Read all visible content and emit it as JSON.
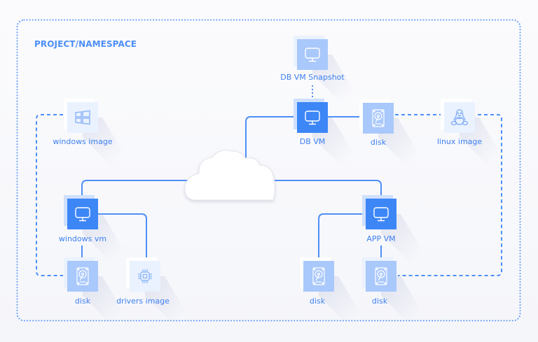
{
  "diagram": {
    "title": "PROJECT/NAMESPACE",
    "colors": {
      "accent": "#3d86f6",
      "connector": "#4d8ff7",
      "tile_dark": "#3d86f6",
      "tile_mid": "#a9c8fb",
      "tile_light": "#e9f2fe",
      "label": "#3d7ff0"
    },
    "cloud": {
      "name": "network-cloud"
    },
    "nodes": {
      "windows_image": {
        "label": "windows image",
        "icon": "windows-logo-icon",
        "style": "light"
      },
      "db_vm_snapshot": {
        "label": "DB VM Snapshot",
        "icon": "monitor-icon",
        "style": "mid"
      },
      "db_vm": {
        "label": "DB VM",
        "icon": "monitor-icon",
        "style": "dark"
      },
      "db_disk": {
        "label": "disk",
        "icon": "hard-disk-icon",
        "style": "mid"
      },
      "linux_image": {
        "label": "linux image",
        "icon": "linux-penguin-icon",
        "style": "light"
      },
      "windows_vm": {
        "label": "windows vm",
        "icon": "monitor-icon",
        "style": "dark"
      },
      "windows_disk": {
        "label": "disk",
        "icon": "hard-disk-icon",
        "style": "mid"
      },
      "drivers_image": {
        "label": "drivers image",
        "icon": "chip-icon",
        "style": "light"
      },
      "app_vm": {
        "label": "APP VM",
        "icon": "monitor-icon",
        "style": "dark"
      },
      "app_disk_1": {
        "label": "disk",
        "icon": "hard-disk-icon",
        "style": "mid"
      },
      "app_disk_2": {
        "label": "disk",
        "icon": "hard-disk-icon",
        "style": "mid"
      }
    },
    "connections": [
      {
        "from": "cloud",
        "to": "db_vm",
        "style": "solid"
      },
      {
        "from": "cloud",
        "to": "windows_vm",
        "style": "solid"
      },
      {
        "from": "cloud",
        "to": "app_vm",
        "style": "solid"
      },
      {
        "from": "db_vm",
        "to": "db_vm_snapshot",
        "style": "dotted"
      },
      {
        "from": "db_vm",
        "to": "db_disk",
        "style": "solid"
      },
      {
        "from": "db_disk",
        "to": "linux_image",
        "style": "dashed"
      },
      {
        "from": "linux_image",
        "to": "app_disk_2",
        "style": "dashed"
      },
      {
        "from": "windows_image",
        "to": "windows_disk",
        "style": "dashed"
      },
      {
        "from": "windows_vm",
        "to": "windows_disk",
        "style": "solid"
      },
      {
        "from": "windows_vm",
        "to": "drivers_image",
        "style": "solid"
      },
      {
        "from": "app_vm",
        "to": "app_disk_1",
        "style": "solid"
      },
      {
        "from": "app_vm",
        "to": "app_disk_2",
        "style": "solid"
      }
    ]
  }
}
